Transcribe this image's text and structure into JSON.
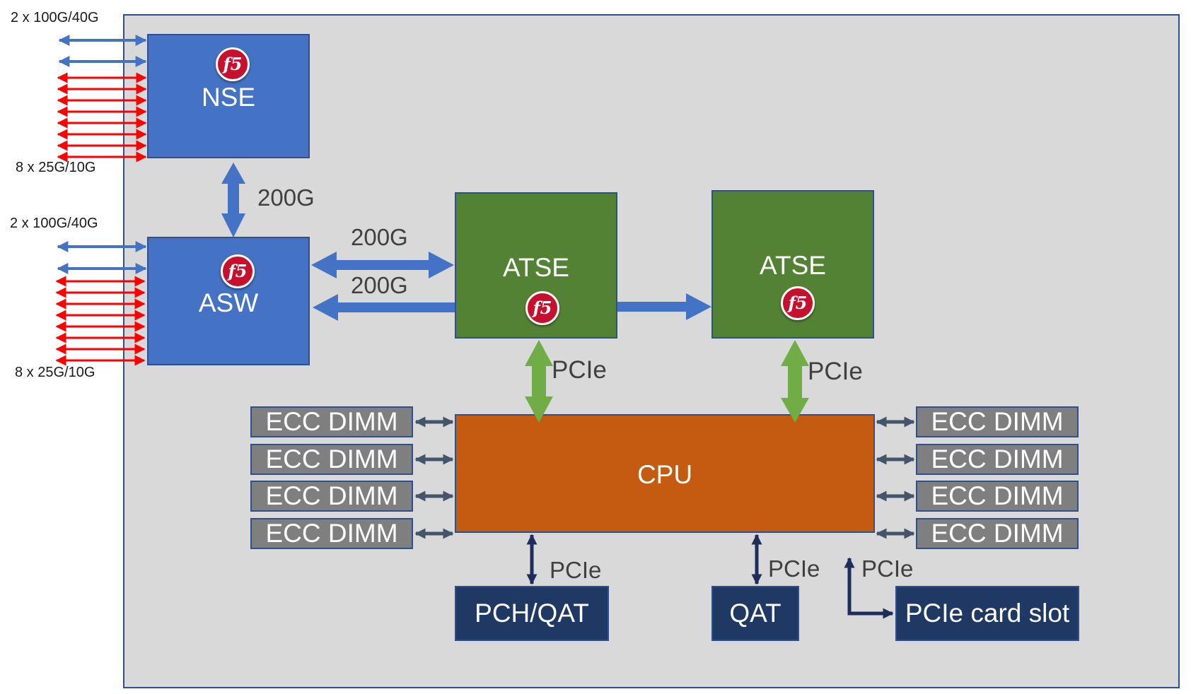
{
  "ports": {
    "nse_top": "2 x 100G/40G",
    "nse_bottom": "8 x 25G/10G",
    "asw_top": "2 x 100G/40G",
    "asw_bottom": "8 x 25G/10G"
  },
  "blocks": {
    "nse": "NSE",
    "asw": "ASW",
    "atse_left": "ATSE",
    "atse_right": "ATSE",
    "cpu": "CPU",
    "pch_qat": "PCH/QAT",
    "qat": "QAT",
    "pcie_card_slot": "PCIe card slot"
  },
  "logo_text": "f5",
  "dimms_left": [
    "ECC DIMM",
    "ECC DIMM",
    "ECC DIMM",
    "ECC DIMM"
  ],
  "dimms_right": [
    "ECC DIMM",
    "ECC DIMM",
    "ECC DIMM",
    "ECC DIMM"
  ],
  "links": {
    "nse_asw": "200G",
    "asw_atse_top": "200G",
    "asw_atse_bottom": "200G",
    "atse_left_cpu": "PCIe",
    "atse_right_cpu": "PCIe",
    "cpu_pch": "PCIe",
    "cpu_qat": "PCIe",
    "cpu_card": "PCIe"
  },
  "colors": {
    "panel": "#d9d9d9",
    "blue_block": "#4472c4",
    "green_block": "#548235",
    "cpu_block": "#c55a11",
    "dimm_block": "#7f7f7f",
    "navy_block": "#203864",
    "network_port_arrow": "#ff0000",
    "pcie_arrow_green": "#70ad47"
  }
}
